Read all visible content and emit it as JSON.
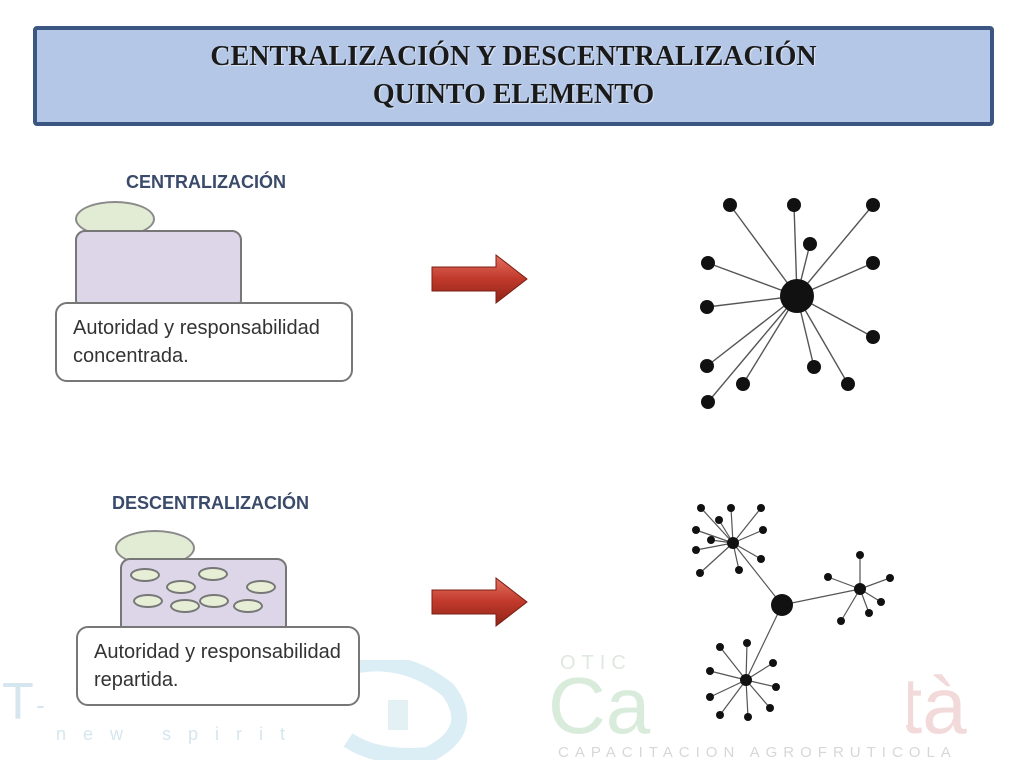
{
  "header": {
    "line1": "CENTRALIZACIÓN Y DESCENTRALIZACIÓN",
    "line2": "QUINTO ELEMENTO"
  },
  "centralizacion": {
    "title": "CENTRALIZACIÓN",
    "description": "Autoridad y responsabilidad concentrada."
  },
  "descentralizacion": {
    "title": "DESCENTRALIZACIÓN",
    "description": "Autoridad y responsabilidad repartida."
  },
  "watermark": {
    "left_letter": "T",
    "left_dash": "-",
    "left_tagline": "n e w   s p i r i t",
    "right_top": "OTIC",
    "right_brand": "Ca",
    "right_brand_end": "tà",
    "right_tagline": "CAPACITACION AGROFRUTICOLA"
  },
  "colors": {
    "title_bg": "#b4c7e7",
    "title_border": "#3b5680",
    "arrow": "#c0392b"
  }
}
